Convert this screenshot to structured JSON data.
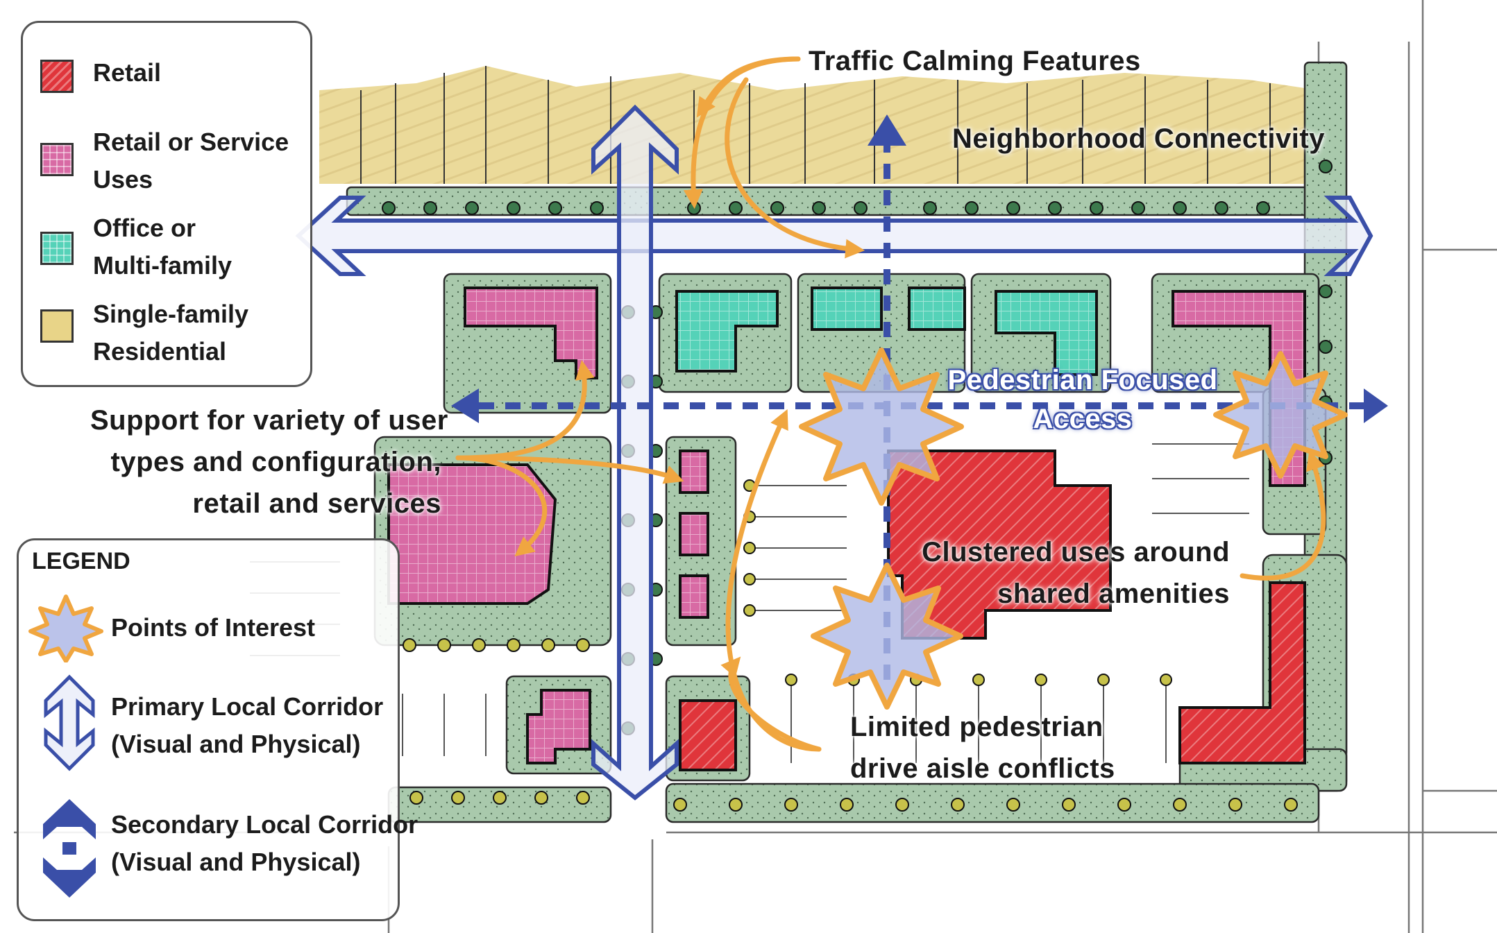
{
  "colors": {
    "retail": "#e0353b",
    "retail_service": "#d86aa4",
    "office_multifamily": "#55d2b8",
    "single_family": "#e8d488",
    "landscape": "#a9c9ac",
    "corridor": "#3a4fa8",
    "callout_arrow": "#f0a640"
  },
  "land_use_legend": {
    "items": [
      {
        "label_lines": [
          "Retail"
        ],
        "swatch": "retail"
      },
      {
        "label_lines": [
          "Retail or Service",
          "Uses"
        ],
        "swatch": "retail_service"
      },
      {
        "label_lines": [
          "Office or",
          "Multi-family"
        ],
        "swatch": "office_multifamily"
      },
      {
        "label_lines": [
          "Single-family",
          "Residential"
        ],
        "swatch": "single_family"
      }
    ]
  },
  "symbol_legend": {
    "title": "LEGEND",
    "points_of_interest": "Points of Interest",
    "primary_lines": [
      "Primary Local Corridor",
      "(Visual and Physical)"
    ],
    "secondary_lines": [
      "Secondary Local Corridor",
      "(Visual and Physical)"
    ]
  },
  "annotations": {
    "traffic_calming": "Traffic Calming Features",
    "neighborhood_connectivity": "Neighborhood Connectivity",
    "pedestrian_lines": [
      "Pedestrian Focused",
      "Access"
    ],
    "support_lines": [
      "Support for variety of user",
      "types and configuration,",
      "retail and services"
    ],
    "clustered_lines": [
      "Clustered uses around",
      "shared amenities"
    ],
    "limited_lines": [
      "Limited pedestrian",
      "drive aisle conflicts"
    ]
  },
  "icons": {
    "point_of_interest": "starburst-icon",
    "primary_corridor": "double-arrow-icon",
    "secondary_corridor": "dashed-arrow-icon"
  }
}
